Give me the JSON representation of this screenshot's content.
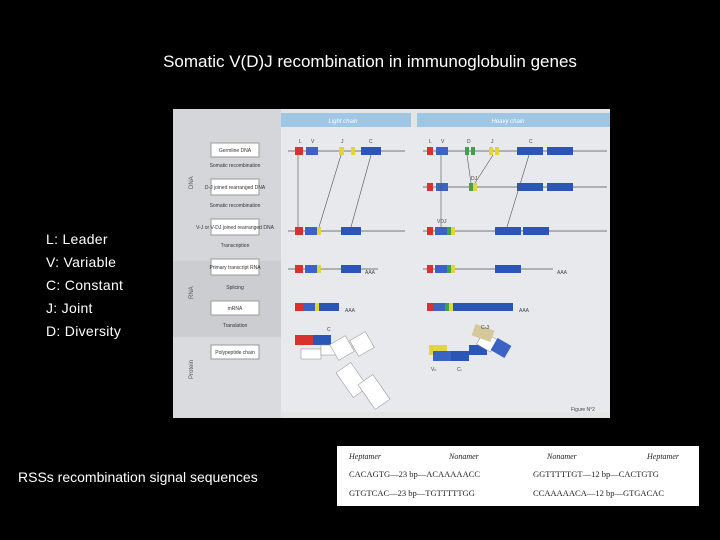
{
  "title": "Somatic V(D)J recombination in immunoglobulin genes",
  "legend": [
    "L: Leader",
    "V: Variable",
    "C: Constant",
    "J: Joint",
    "D: Diversity"
  ],
  "rss_label": "RSSs recombination signal sequences",
  "figure": {
    "columns": {
      "light": "Light chain",
      "heavy": "Heavy chain"
    },
    "side_labels": {
      "dna": "DNA",
      "rna": "RNA",
      "protein": "Protein"
    },
    "steps": {
      "germline": "Germline DNA",
      "somatic1": "Somatic recombination",
      "joined": "D-J joined rearranged DNA",
      "somatic2": "Somatic recombination",
      "vj": "V-J or V-DJ joined rearranged DNA",
      "transcription": "Transcription",
      "primary": "Primary transcript RNA",
      "splicing": "Splicing",
      "mrna": "mRNA",
      "translation": "Translation",
      "polypeptide": "Polypeptide chain"
    },
    "gene_labels": {
      "l": "L",
      "v": "V",
      "j": "J",
      "c": "C",
      "d": "D",
      "dj": "DJ",
      "vdj": "VDJ",
      "aaa": "AAA",
      "c_l": "Cₗ",
      "c_h": "Cₕ3",
      "vh": "Vₕ",
      "vl": "Vₗ"
    },
    "caption": "Figure N°2"
  },
  "rss": {
    "headers": {
      "heptamer_left": "Heptamer",
      "nonamer_left": "Nonamer",
      "nonamer_right": "Nonamer",
      "heptamer_right": "Heptamer"
    },
    "rows": [
      {
        "left": "CACAGTG—23 bp—ACAAAAACC",
        "right": "GGTTTTTGT—12 bp—CACTGTG"
      },
      {
        "left": "GTGTCAC—23 bp—TGTTTTTGG",
        "right": "CCAAAAACA—12 bp—GTGACAC"
      }
    ]
  },
  "colors": {
    "leader": "#d9312b",
    "variable": "#3b63c4",
    "joint": "#e2d43a",
    "diversity": "#3fa14a",
    "constant": "#2a56b8",
    "header": "#9fc6e3"
  }
}
